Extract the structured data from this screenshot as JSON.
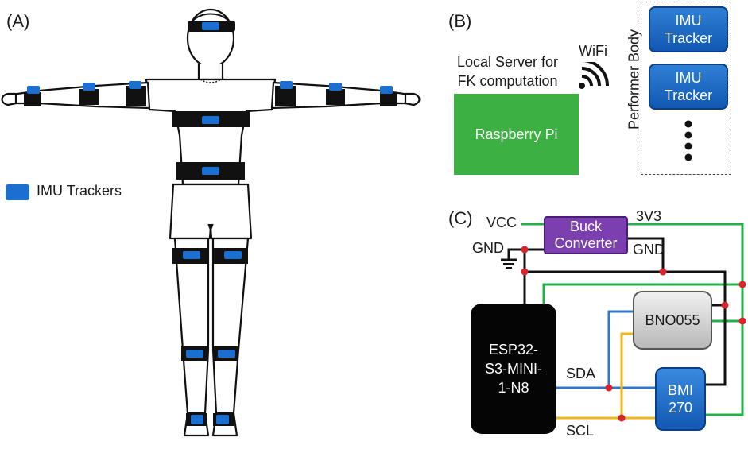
{
  "panel_a": {
    "label": "(A)",
    "legend_label": "IMU Trackers",
    "colors": {
      "tracker": "#1a6fd0",
      "strap": "#111111"
    }
  },
  "panel_b": {
    "label": "(B)",
    "server_label": "Local Server for FK computation",
    "server_line1": "Local Server for",
    "server_line2": "FK computation",
    "wifi_label": "WiFi",
    "raspberry_label": "Raspberry Pi",
    "performer_label": "Performer Body",
    "tracker_1": {
      "line1": "IMU",
      "line2": "Tracker"
    },
    "tracker_2": {
      "line1": "IMU",
      "line2": "Tracker"
    },
    "colors": {
      "raspberry": "#3cb043",
      "tracker": "#1a6fd0"
    }
  },
  "panel_c": {
    "label": "(C)",
    "vcc": "VCC",
    "v3v3": "3V3",
    "gnd_left": "GND",
    "gnd_right": "GND",
    "buck_line1": "Buck",
    "buck_line2": "Converter",
    "bno": "BNO055",
    "bmi_line1": "BMI",
    "bmi_line2": "270",
    "esp_line1": "ESP32-",
    "esp_line2": "S3-MINI-",
    "esp_line3": "1-N8",
    "sda": "SDA",
    "scl": "SCL",
    "colors": {
      "power": "#20b24a",
      "ground": "#111111",
      "sda": "#2f78c8",
      "scl": "#f2b51c",
      "junction": "#d9232d",
      "buck": "#7b3fb0"
    }
  }
}
